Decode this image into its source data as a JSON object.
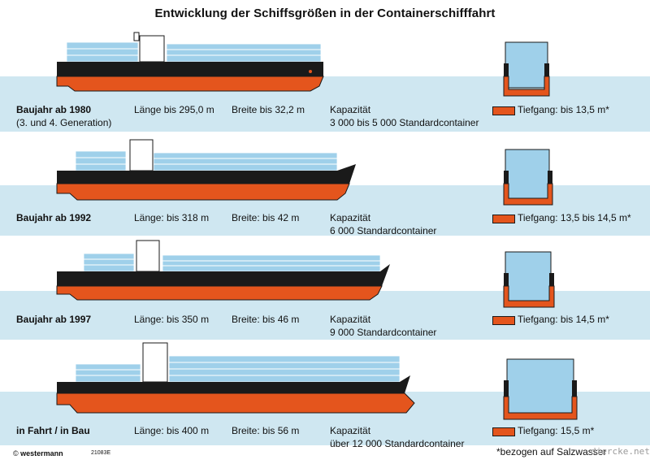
{
  "title": "Entwicklung der Schiffsgrößen in der Containerschifffahrt",
  "colors": {
    "water": "#cfe7f1",
    "hull_bottom": "#e4551d",
    "hull_top": "#1a1a1a",
    "container": "#9fd0ea",
    "container_edge": "#ffffff"
  },
  "icons": [
    "ship-side-view",
    "hull-cross-section"
  ],
  "rows": [
    {
      "name": "Baujahr ab 1980",
      "sub": "(3. und 4. Generation)",
      "laenge": "Länge bis 295,0 m",
      "breite": "Breite bis 32,2 m",
      "kap_label": "Kapazität",
      "kap_value": "3 000 bis 5 000 Standardcontainer",
      "tiefgang": "Tiefgang: bis 13,5 m*"
    },
    {
      "name": "Baujahr ab 1992",
      "sub": "",
      "laenge": "Länge: bis 318 m",
      "breite": "Breite: bis 42 m",
      "kap_label": "Kapazität",
      "kap_value": "6 000 Standardcontainer",
      "tiefgang": "Tiefgang: 13,5 bis 14,5 m*"
    },
    {
      "name": "Baujahr ab 1997",
      "sub": "",
      "laenge": "Länge: bis 350 m",
      "breite": "Breite: bis 46 m",
      "kap_label": "Kapazität",
      "kap_value": "9 000 Standardcontainer",
      "tiefgang": "Tiefgang: bis 14,5 m*"
    },
    {
      "name": "in Fahrt / in Bau",
      "sub": "",
      "laenge": "Länge: bis 400 m",
      "breite": "Breite: bis 56 m",
      "kap_label": "Kapazität",
      "kap_value": "über 12 000 Standardcontainer",
      "tiefgang": "Tiefgang: 15,5 m*"
    }
  ],
  "footer": {
    "copyright": "©",
    "publisher": "westermann",
    "code": "21083E",
    "note": "*bezogen auf Salzwasser",
    "watermark": "diercke.net"
  }
}
